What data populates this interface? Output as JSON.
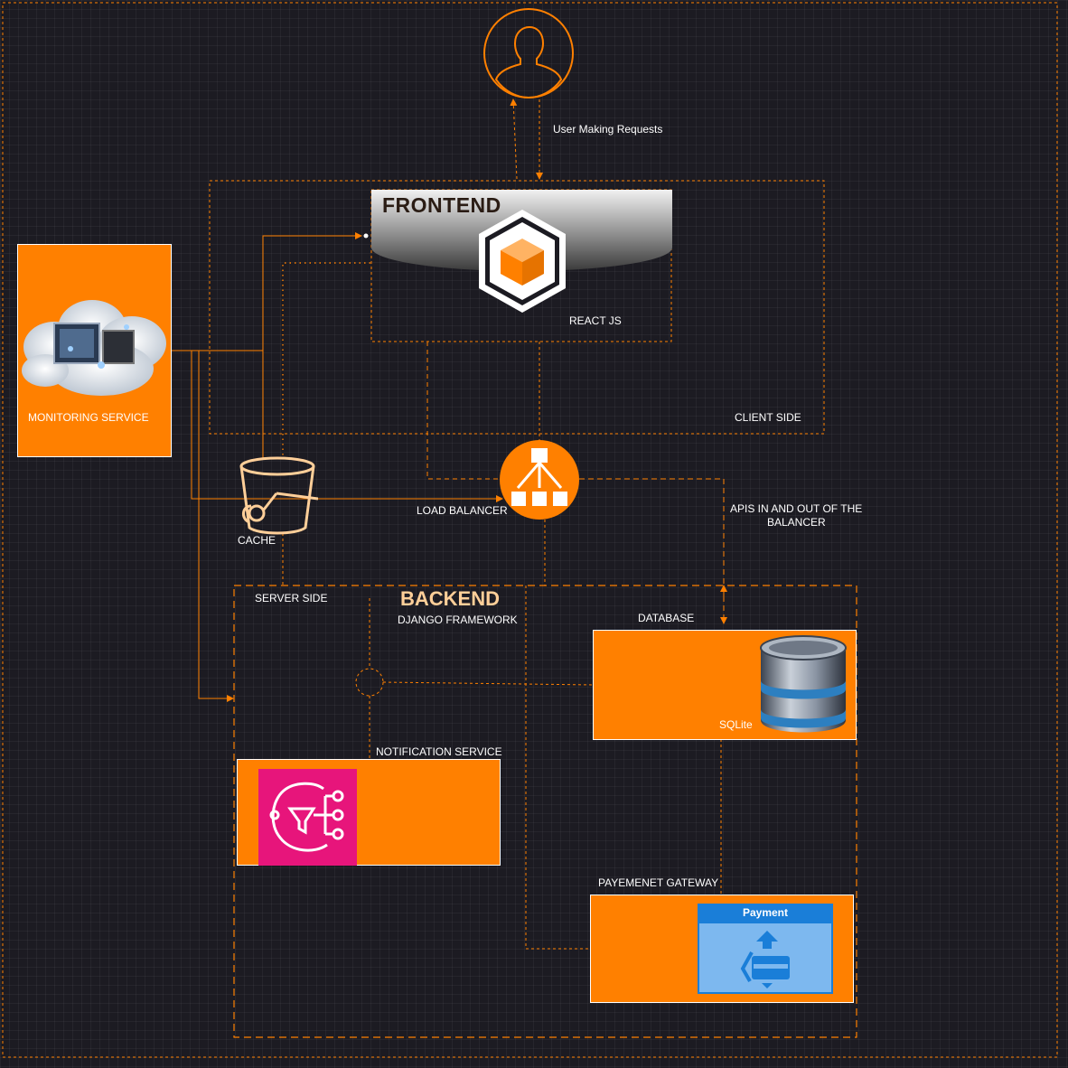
{
  "user": {
    "label": "User Making Requests"
  },
  "frontend": {
    "title": "FRONTEND",
    "tech": "REACT JS"
  },
  "client": {
    "label": "CLIENT SIDE"
  },
  "monitoring": {
    "label": "MONITORING SERVICE"
  },
  "cache": {
    "label": "CACHE"
  },
  "load_balancer": {
    "label": "LOAD BALANCER"
  },
  "apis": {
    "label_line1": "APIS IN AND OUT OF THE",
    "label_line2": "BALANCER"
  },
  "backend": {
    "title": "BACKEND",
    "framework": "DJANGO FRAMEWORK",
    "server_label": "SERVER SIDE"
  },
  "database": {
    "label": "DATABASE",
    "engine": "SQLite"
  },
  "notification": {
    "label": "NOTIFICATION SERVICE"
  },
  "payment": {
    "label": "PAYEMENET GATEWAY",
    "card_title": "Payment"
  },
  "colors": {
    "accent": "#ff8000",
    "background": "#1c1b22",
    "pink": "#e7157b",
    "payment_blue": "#1a7ed8"
  }
}
